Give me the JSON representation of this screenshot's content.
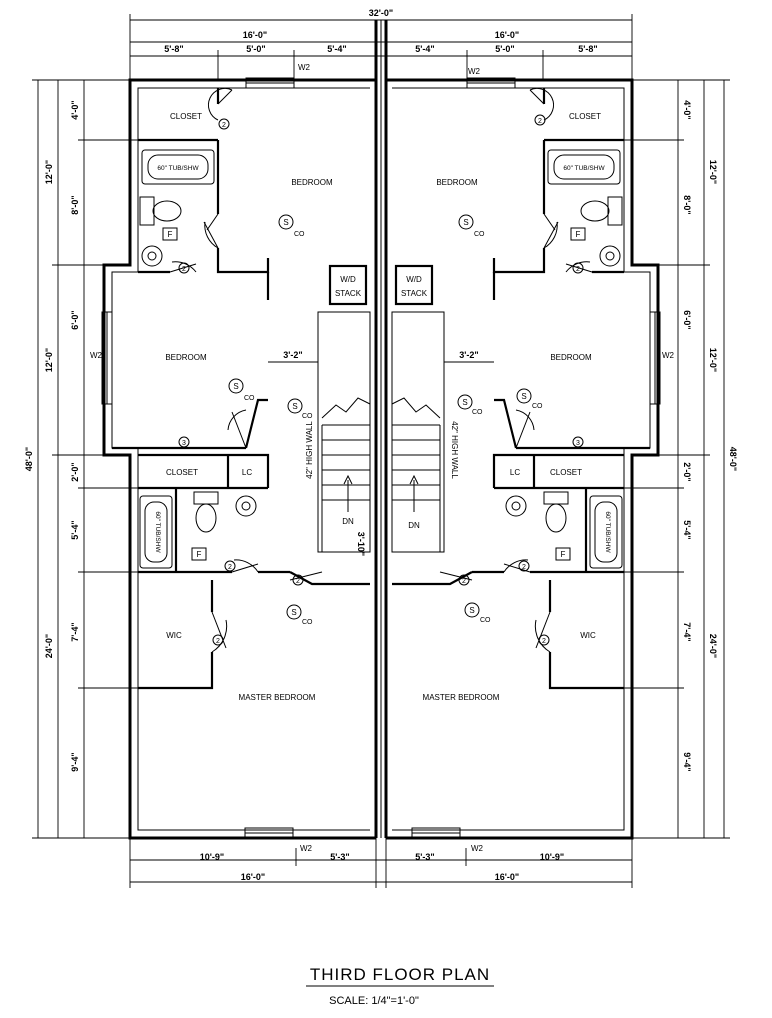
{
  "title": "THIRD FLOOR PLAN",
  "scale": "SCALE: 1/4\"=1'-0\"",
  "overall_width": "32'-0\"",
  "overall_depth": "48'-0\"",
  "top_half_width": "16'-0\"",
  "top_left_segments": [
    "5'-8\"",
    "5'-0\"",
    "5'-4\""
  ],
  "top_right_segments": [
    "5'-4\"",
    "5'-0\"",
    "5'-8\""
  ],
  "bottom_left_segments": [
    "10'-9\"",
    "5'-3\""
  ],
  "bottom_right_segments": [
    "5'-3\"",
    "10'-9\""
  ],
  "bottom_half_width": "16'-0\"",
  "side_big": [
    "12'-0\"",
    "12'-0\"",
    "24'-0\""
  ],
  "side_inner": [
    "4'-0\"",
    "8'-0\"",
    "6'-0\"",
    "2'-0\"",
    "5'-4\"",
    "7'-4\"",
    "9'-4\""
  ],
  "window_tag": "W2",
  "hall_width": "3'-2\"",
  "stair_clear": "3'-10\"",
  "rooms": {
    "closet": "CLOSET",
    "bedroom": "BEDROOM",
    "wd_line1": "W/D",
    "wd_line2": "STACK",
    "lc": "LC",
    "wic": "WIC",
    "master": "MASTER BEDROOM",
    "tub": "60\" TUB/SHW",
    "wall_note": "42\" HIGH WALL",
    "dn": "DN",
    "f": "F",
    "co": "CO",
    "s": "S",
    "door_tag_2": "2",
    "door_tag_3": "3"
  }
}
